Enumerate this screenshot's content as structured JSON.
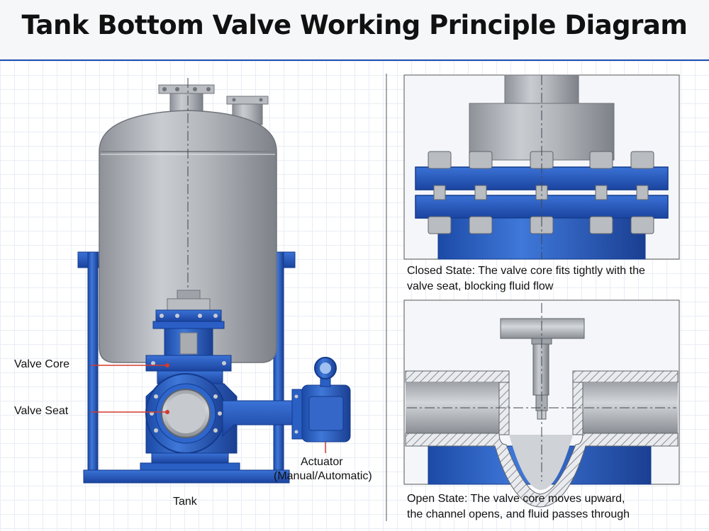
{
  "title": "Tank Bottom Valve Working Principle Diagram",
  "labels": {
    "valve_core": "Valve Core",
    "valve_seat": "Valve Seat",
    "actuator": "Actuator",
    "actuator_mode": "(Manual/Automatic)",
    "tank": "Tank"
  },
  "panels": {
    "closed": {
      "caption_line1": "Closed State: The valve core fits tightly with the",
      "caption_line2": "valve seat, blocking fluid flow"
    },
    "open": {
      "caption_line1": "Open State: The valve core moves upward,",
      "caption_line2": "the channel opens, and fluid passes through"
    }
  },
  "colors": {
    "steel": "#a9acb1",
    "steel_dark": "#7b7f86",
    "blue": "#2a5fc4",
    "blue_dark": "#173f95",
    "leader": "#d23a2f",
    "title_rule": "#1f4fb0"
  }
}
